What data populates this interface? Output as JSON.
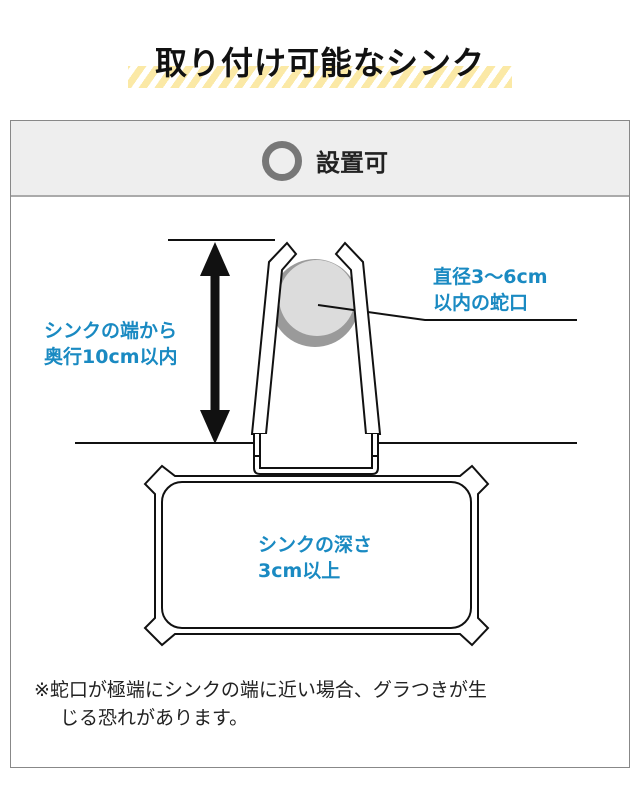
{
  "title": "取り付け可能なシンク",
  "header": {
    "status_icon": "circle-ok-icon",
    "status_label": "設置可"
  },
  "labels": {
    "depth_from_edge": [
      "シンクの端から",
      "奥行10cm以内"
    ],
    "faucet_diameter": [
      "直径3〜6cm",
      "以内の蛇口"
    ],
    "sink_depth": [
      "シンクの深さ",
      "3cm以上"
    ]
  },
  "note": [
    "※蛇口が極端にシンクの端に近い場合、グラつきが生",
    "じる恐れがあります。"
  ],
  "colors": {
    "accent": "#1a8ac2",
    "stripe": "#fbe9a6",
    "header_bg": "#eeeeee"
  }
}
